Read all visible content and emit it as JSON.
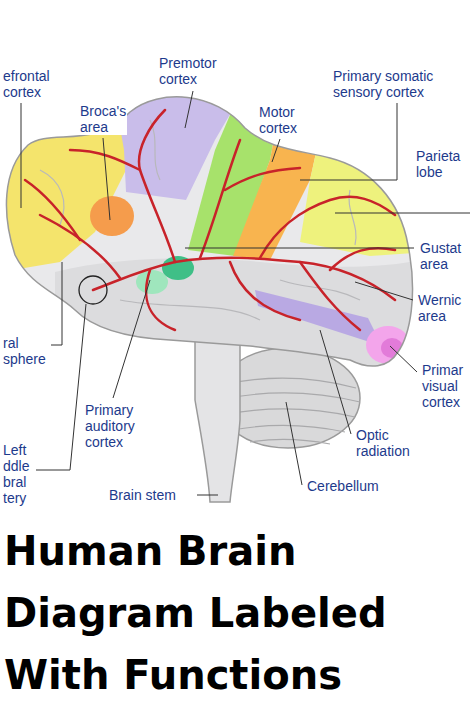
{
  "diagram": {
    "title": "Human Brain Diagram Labeled With Functions",
    "labels": [
      "Premotor cortex",
      "efrontal cortex",
      "Primary somatic sensory cortex",
      "Broca's area",
      "Motor cortex",
      "Parieta lobe",
      "Gustat area",
      "Wernic area",
      "ral sphere",
      "Primar visual cortex",
      "Primary auditory cortex",
      "Optic radiation",
      "Left ddle bral tery",
      "Cerebellum",
      "Brain stem"
    ]
  }
}
